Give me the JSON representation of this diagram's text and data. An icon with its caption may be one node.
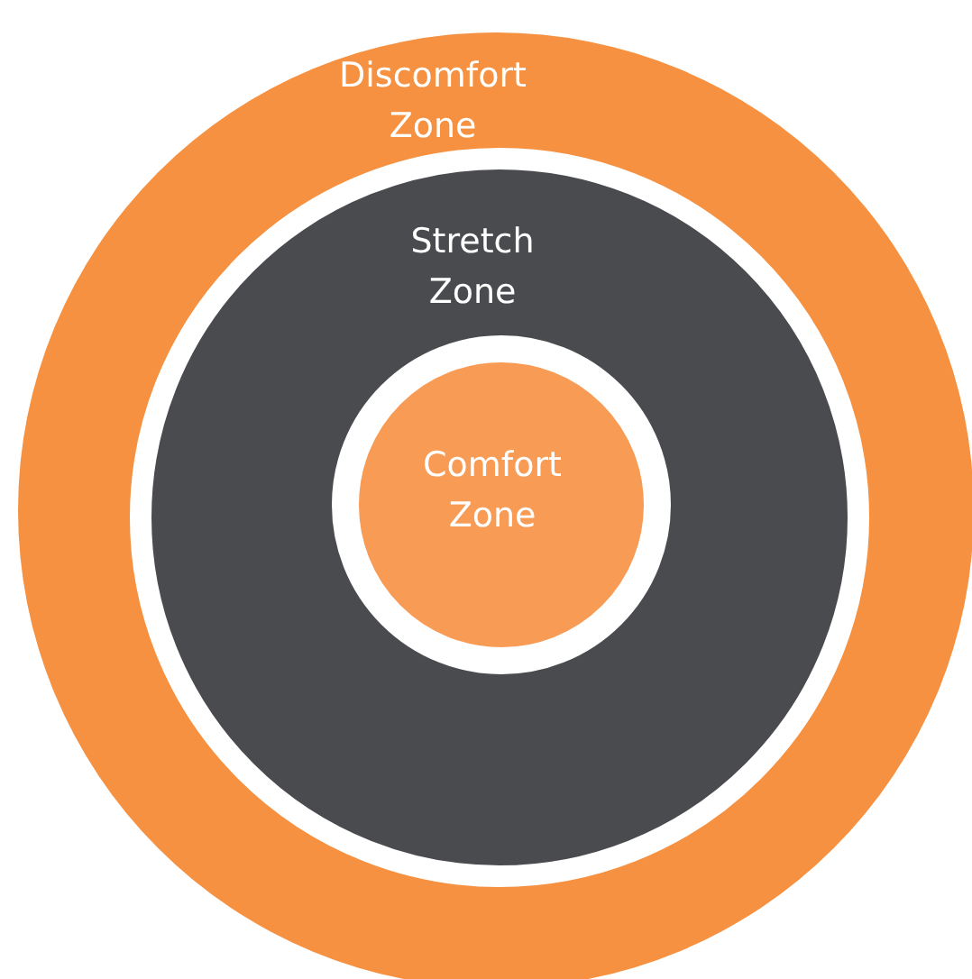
{
  "diagram": {
    "nodes": [
      {
        "text": [
          "Discomfort Zone"
        ]
      },
      {
        "text": [
          "Stretch Zone"
        ],
        "in": 0
      },
      {
        "text": [
          "Comfort Zone"
        ],
        "in": 1
      }
    ]
  }
}
